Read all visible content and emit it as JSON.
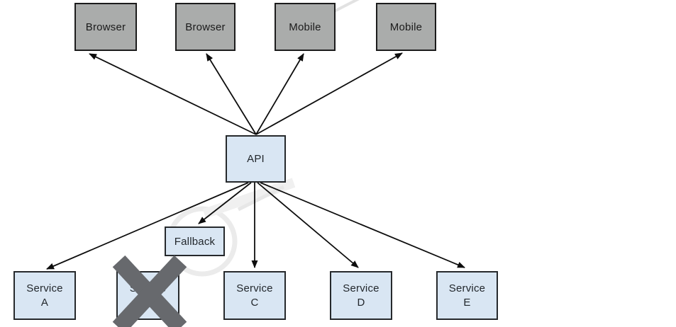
{
  "diagram": {
    "description": "API fan-out architecture with fallback: clients call an API which calls five backend services; Service B has failed (crossed out) and a Fallback handles its traffic",
    "client_nodes": [
      {
        "label": "Browser"
      },
      {
        "label": "Browser"
      },
      {
        "label": "Mobile"
      },
      {
        "label": "Mobile"
      }
    ],
    "api_node": {
      "label": "API"
    },
    "fallback_node": {
      "label": "Fallback"
    },
    "service_nodes": [
      {
        "name": "Service",
        "id": "A",
        "crossed_out": false
      },
      {
        "name": "Service",
        "id": "B",
        "crossed_out": true
      },
      {
        "name": "Service",
        "id": "C",
        "crossed_out": false
      },
      {
        "name": "Service",
        "id": "D",
        "crossed_out": false
      },
      {
        "name": "Service",
        "id": "E",
        "crossed_out": false
      }
    ],
    "edges": [
      {
        "from": "API",
        "to": "Browser 1"
      },
      {
        "from": "API",
        "to": "Browser 2"
      },
      {
        "from": "API",
        "to": "Mobile 1"
      },
      {
        "from": "API",
        "to": "Mobile 2"
      },
      {
        "from": "API",
        "to": "Service A"
      },
      {
        "from": "API",
        "to": "Fallback"
      },
      {
        "from": "API",
        "to": "Service C"
      },
      {
        "from": "API",
        "to": "Service D"
      },
      {
        "from": "API",
        "to": "Service E"
      }
    ],
    "icons": {
      "failure_mark": "crossed-out-x-icon"
    },
    "colors": {
      "background": "#ffffff",
      "client_box_fill": "#aaacab",
      "client_box_border": "#1c1c1c",
      "service_box_fill": "#d9e6f3",
      "service_box_border": "#26292c",
      "arrow": "#0d0d0d",
      "failure_mark": "#67696d",
      "watermark": "#e9e9e9"
    }
  }
}
